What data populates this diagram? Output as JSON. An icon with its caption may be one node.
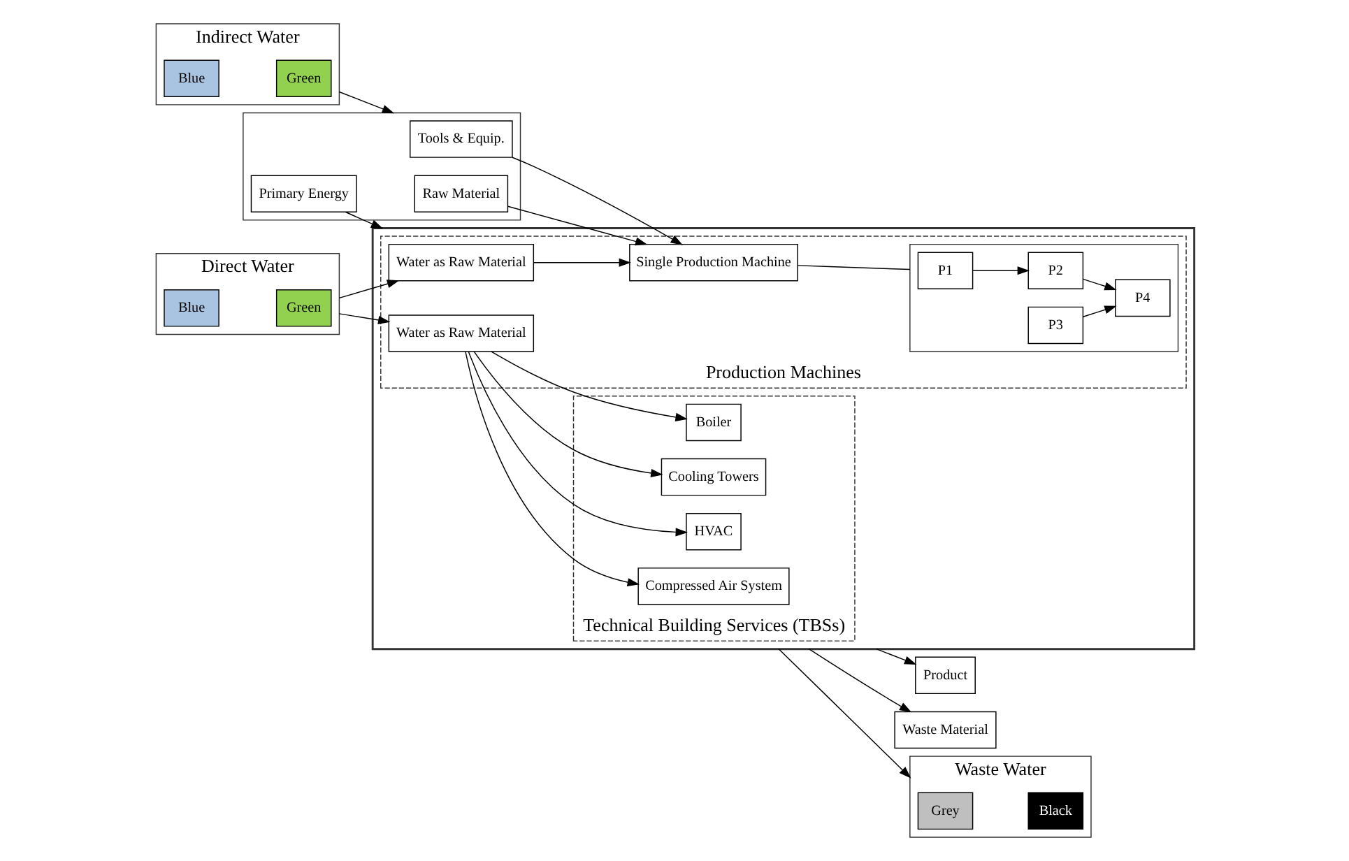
{
  "diagram": {
    "nodes": [
      {
        "text": [],
        "shape": "building"
      },
      {
        "text": [
          "Direct Water"
        ]
      },
      {
        "text": [
          "Blue"
        ],
        "in": 1
      },
      {
        "text": [
          "Green"
        ],
        "in": 1
      },
      {
        "text": [
          "Indirect Water"
        ]
      },
      {
        "text": [
          "Blue"
        ],
        "in": 4
      },
      {
        "text": [
          "Green"
        ],
        "in": 4
      },
      {
        "text": [],
        "shape": "box"
      },
      {
        "text": [
          "Tools & Equip."
        ],
        "in": 7
      },
      {
        "text": [
          "Raw Material"
        ],
        "in": 7
      },
      {
        "text": [
          "Primary Energy"
        ],
        "in": 7
      },
      {
        "text": [
          "Production Machines"
        ],
        "in": 0
      },
      {
        "text": [
          "Water as Raw Material"
        ],
        "in": 11
      },
      {
        "text": [
          "Water as Raw Material"
        ],
        "in": 11
      },
      {
        "text": [
          "Single Production Machine"
        ],
        "in": 11
      },
      {
        "text": [],
        "shape": "box",
        "in": 11
      },
      {
        "text": [
          "P1"
        ],
        "in": 15
      },
      {
        "text": [
          "P2"
        ],
        "in": 15
      },
      {
        "text": [
          "P3"
        ],
        "in": 15
      },
      {
        "text": [
          "P4"
        ],
        "in": 15
      },
      {
        "text": [
          "Technical Building Services (TBSs)"
        ],
        "in": 0
      },
      {
        "text": [
          "Boiler"
        ],
        "in": 20
      },
      {
        "text": [
          "Cooling Towers"
        ],
        "in": 20
      },
      {
        "text": [
          "HVAC"
        ],
        "in": 20
      },
      {
        "text": [
          "Compressed Air System"
        ],
        "in": 20
      },
      {
        "text": [
          "Product"
        ]
      },
      {
        "text": [
          "Waste Material"
        ]
      },
      {
        "text": [
          "Waste Water"
        ]
      },
      {
        "text": [
          "Grey"
        ],
        "in": 27
      },
      {
        "text": [
          "Black"
        ],
        "in": 27
      }
    ],
    "edges": [
      {
        "from": 1,
        "to": 12,
        "arrow": "to"
      },
      {
        "from": 1,
        "to": 13,
        "arrow": "to"
      },
      {
        "from": 4,
        "to": 7,
        "arrow": "to"
      },
      {
        "from": 8,
        "to": 14,
        "arrow": "to"
      },
      {
        "from": 9,
        "to": 14,
        "arrow": "to"
      },
      {
        "from": 10,
        "to": 0,
        "arrow": "to"
      },
      {
        "from": 12,
        "to": 14,
        "arrow": "to"
      },
      {
        "from": 14,
        "to": 15,
        "arrow": "none"
      },
      {
        "from": 16,
        "to": 17,
        "arrow": "to"
      },
      {
        "from": 17,
        "to": 19,
        "arrow": "to"
      },
      {
        "from": 18,
        "to": 19,
        "arrow": "to"
      },
      {
        "from": 13,
        "to": 21,
        "arrow": "to"
      },
      {
        "from": 13,
        "to": 22,
        "arrow": "to"
      },
      {
        "from": 13,
        "to": 23,
        "arrow": "to"
      },
      {
        "from": 13,
        "to": 24,
        "arrow": "to"
      },
      {
        "from": 0,
        "to": 25,
        "arrow": "to"
      },
      {
        "from": 0,
        "to": 26,
        "arrow": "to"
      },
      {
        "from": 0,
        "to": 27,
        "arrow": "to"
      }
    ]
  }
}
